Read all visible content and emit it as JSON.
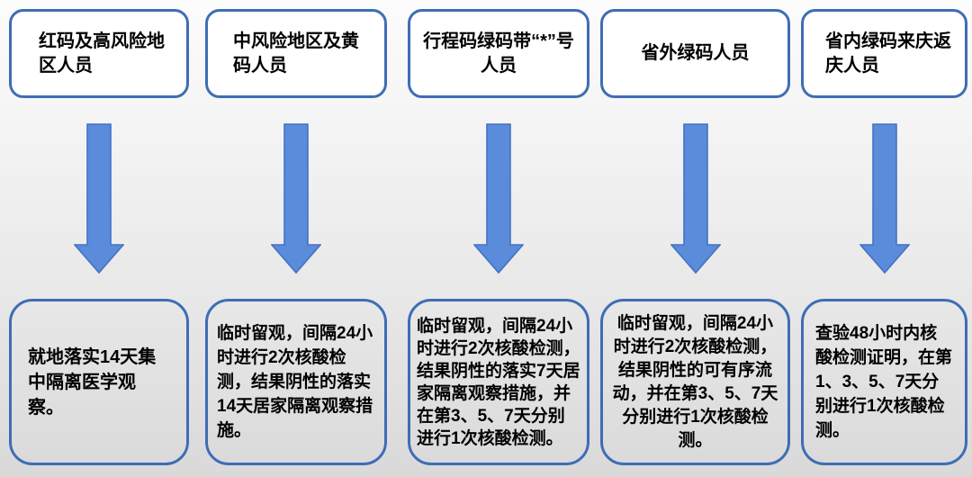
{
  "diagram_title": "",
  "colors": {
    "box_border": "#3E6DB5",
    "top_box_fill": "#FFFFFF",
    "arrow_fill": "#5B8CDB",
    "arrow_border": "#4472C4",
    "text": "#000000",
    "background_top": "#FCFCFC",
    "background_bottom": "#D9D9D9"
  },
  "flow": {
    "columns": [
      {
        "category": "红码及高风险地区人员",
        "action": "就地落实14天集中隔离医学观察。"
      },
      {
        "category": "中风险地区及黄码人员",
        "action": "临时留观，间隔24小时进行2次核酸检测，结果阴性的落实14天居家隔离观察措施。"
      },
      {
        "category": "行程码绿码带“*”号人员",
        "action": "临时留观，间隔24小时进行2次核酸检测，结果阴性的落实7天居家隔离观察措施，并在第3、5、7天分别进行1次核酸检测。"
      },
      {
        "category": "省外绿码人员",
        "action": "临时留观，间隔24小时进行2次核酸检测，结果阴性的可有序流动，并在第3、5、7天分别进行1次核酸检测。"
      },
      {
        "category": "省内绿码来庆返庆人员",
        "action": "查验48小时内核酸检测证明，在第1、3、5、7天分别进行1次核酸检测。"
      }
    ]
  }
}
